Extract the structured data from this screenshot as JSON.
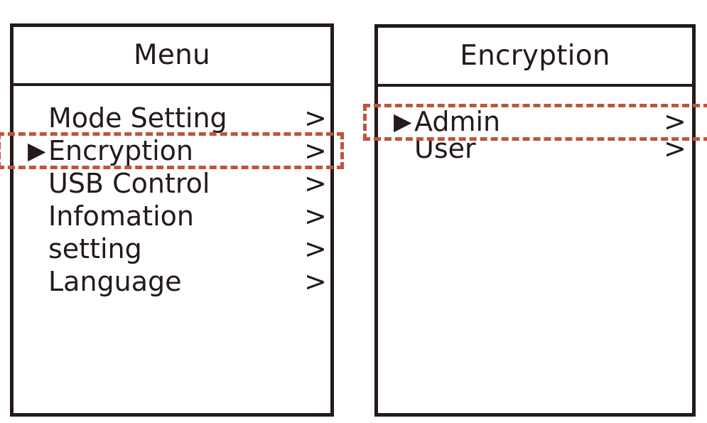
{
  "panels": [
    {
      "id": "menu",
      "title": "Menu",
      "rows": [
        {
          "marker": "",
          "label": "Mode Setting",
          "chevron": ">",
          "selected": false
        },
        {
          "marker": "▶",
          "label": "Encryption",
          "chevron": ">",
          "selected": true
        },
        {
          "marker": "",
          "label": "USB Control",
          "chevron": ">",
          "selected": false
        },
        {
          "marker": "",
          "label": "Infomation",
          "chevron": ">",
          "selected": false
        },
        {
          "marker": "",
          "label": "setting",
          "chevron": ">",
          "selected": false
        },
        {
          "marker": "",
          "label": "Language",
          "chevron": ">",
          "selected": false
        }
      ]
    },
    {
      "id": "encryption",
      "title": "Encryption",
      "rows": [
        {
          "marker": "▶",
          "label": "Admin",
          "chevron": ">",
          "selected": true
        },
        {
          "marker": "",
          "label": "User",
          "chevron": ">",
          "selected": false
        }
      ]
    }
  ],
  "highlights": {
    "menu_selected_row": "Encryption",
    "encryption_selected_row": "Admin"
  },
  "colors": {
    "ink": "#231a19",
    "highlight": "#c0543c",
    "background": "#ffffff"
  }
}
